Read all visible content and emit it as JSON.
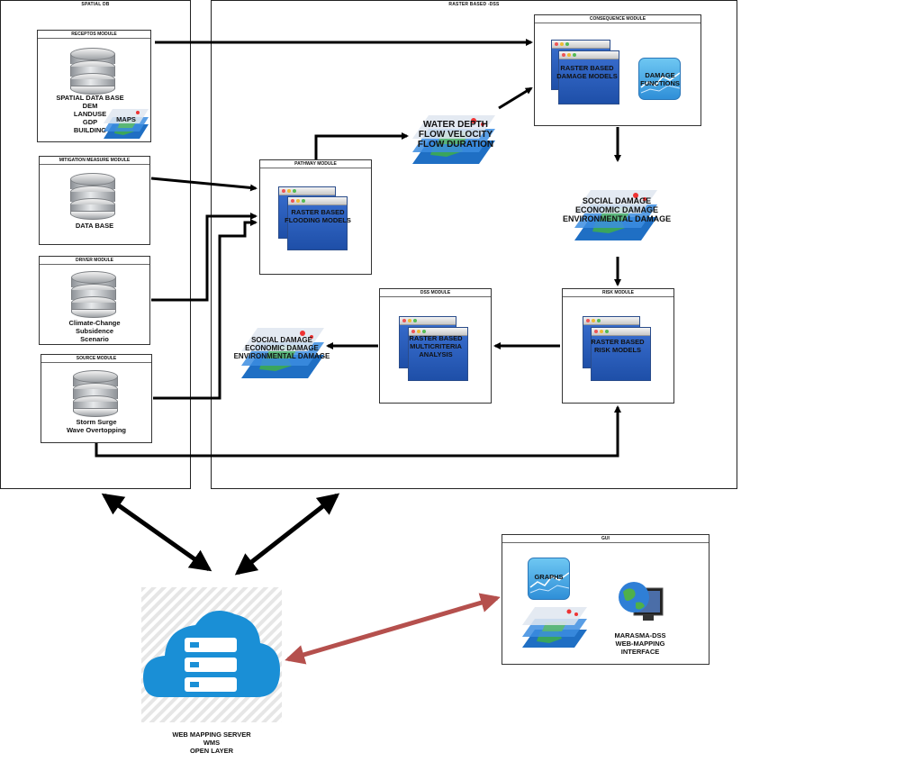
{
  "panels": {
    "spatial_db": "SPATIAL DB",
    "raster_dss": "RASTER BASED -DSS",
    "gui": "GUI"
  },
  "modules": {
    "receptors": {
      "title": "RECEPTOS MODULE",
      "lines": [
        "SPATIAL DATA BASE",
        "DEM",
        "LANDUSE",
        "GDP",
        "BUILDING"
      ],
      "maps_label": "MAPS"
    },
    "mitigation": {
      "title": "MITIGATION MEASURE MODULE",
      "label": "DATA BASE"
    },
    "driver": {
      "title": "DRIVER MODULE",
      "lines": [
        "Climate-Change",
        "Subsidence",
        "Scenario"
      ]
    },
    "source": {
      "title": "SOURCE MODULE",
      "lines": [
        "Storm Surge",
        "Wave Overtopping"
      ]
    },
    "pathway": {
      "title": "PATHWAY MODULE",
      "lines": [
        "RASTER BASED",
        "FLOODING MODELS"
      ]
    },
    "consequence": {
      "title": "CONSEQUENCE MODULE",
      "lines": [
        "RASTER BASED",
        "DAMAGE MODELS"
      ],
      "functions": [
        "DAMAGE",
        "FUNCTIONS"
      ]
    },
    "risk": {
      "title": "RISK MODULE",
      "lines": [
        "RASTER BASED",
        "RISK MODELS"
      ]
    },
    "dss": {
      "title": "DSS MODULE",
      "lines": [
        "RASTER BASED",
        "MULTICRITERIA",
        "ANALYSIS"
      ]
    }
  },
  "flow_labels": {
    "water": [
      "WATER DEPTH",
      "FLOW VELOCITY",
      "FLOW DURATION"
    ],
    "damage_center": [
      "SOCIAL DAMAGE",
      "ECONOMIC DAMAGE",
      "ENVIRONMENTAL DAMAGE"
    ],
    "damage_left": [
      "SOCIAL DAMAGE",
      "ECONOMIC DAMAGE",
      "ENVIRONMENTAL DAMAGE"
    ]
  },
  "gui": {
    "graphs_label": "GRAPHS",
    "interface": [
      "MARASMA-DSS",
      "WEB-MAPPING",
      "INTERFACE"
    ]
  },
  "server": {
    "lines": [
      "WEB MAPPING SERVER",
      "WMS",
      "OPEN LAYER"
    ]
  },
  "colors": {
    "arrow": "#000000",
    "gui_link": "#b5504d",
    "cloud": "#1a8fd6",
    "window": "#2456b5"
  },
  "icons": [
    "database-icon",
    "window-stack-icon",
    "layered-map-icon",
    "graph-icon",
    "globe-monitor-icon",
    "cloud-server-icon"
  ]
}
